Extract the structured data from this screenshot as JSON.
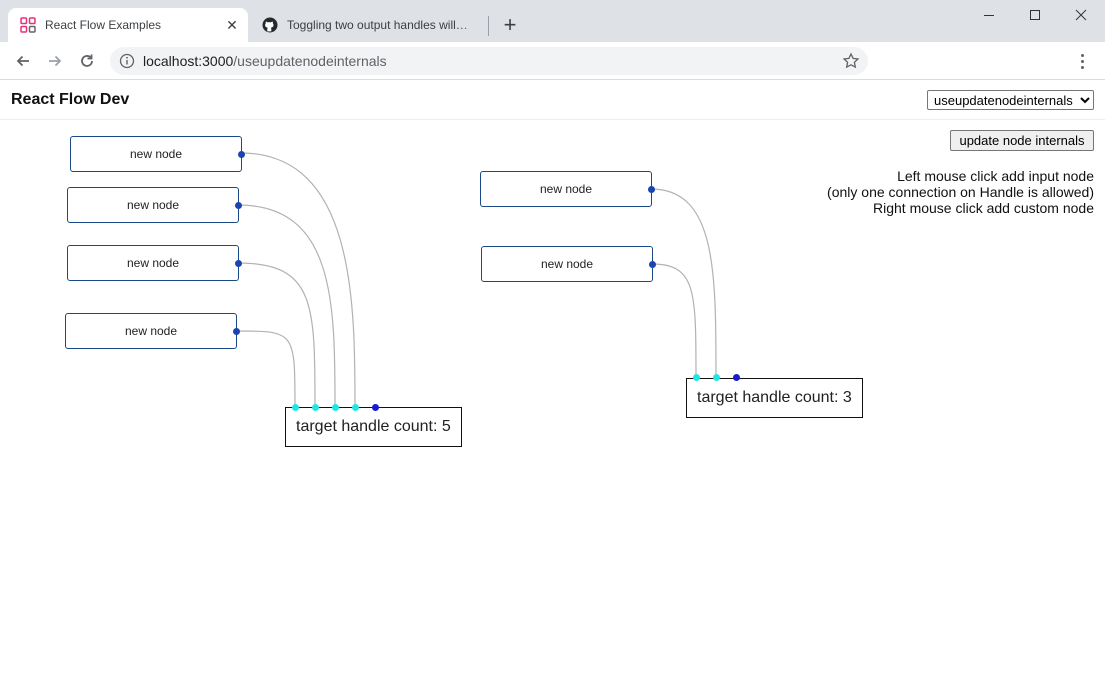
{
  "browser": {
    "tabs": [
      {
        "title": "React Flow Examples",
        "active": true
      },
      {
        "title": "Toggling two output handles will…",
        "active": false
      }
    ],
    "url_host": "localhost:3000",
    "url_path": "/useupdatenodeinternals"
  },
  "app": {
    "title": "React Flow Dev",
    "example_select": "useupdatenodeinternals"
  },
  "controls": {
    "update_button": "update node internals",
    "instructions": [
      "Left mouse click add input node",
      "(only one connection on Handle is allowed)",
      "Right mouse click add custom node"
    ]
  },
  "flow": {
    "input_nodes": [
      "new node",
      "new node",
      "new node",
      "new node",
      "new node",
      "new node"
    ],
    "custom_nodes": [
      {
        "label": "target handle count: 5",
        "handle_count": 5,
        "connected": 4
      },
      {
        "label": "target handle count: 3",
        "handle_count": 3,
        "connected": 2
      }
    ]
  },
  "colors": {
    "node_border": "#1a4a8a",
    "source_handle": "#1a44b0",
    "connected_handle": "#22e5e5",
    "free_handle": "#1a1ad0",
    "edge": "#b1b1b7"
  }
}
